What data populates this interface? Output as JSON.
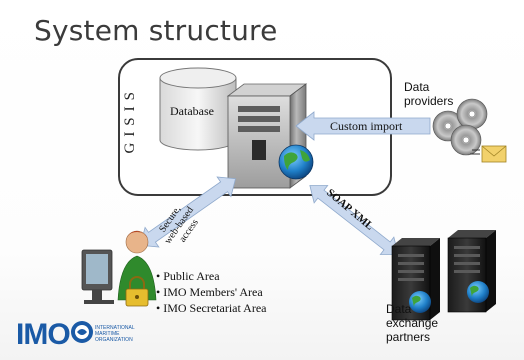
{
  "slide": {
    "title": "System structure",
    "gisis_label": "GISIS",
    "database_label": "Database",
    "data_providers_label": "Data providers",
    "custom_import_label": "Custom import",
    "secure_access_label": "Secure, web-based access",
    "soap_xml_label": "SOAP XML",
    "data_exchange_label": "Data exchange partners",
    "areas": [
      "Public Area",
      "IMO Members' Area",
      "IMO Secretariat Area"
    ],
    "logo": {
      "text": "IMO",
      "sub": "INTERNATIONAL MARITIME ORGANIZATION"
    }
  },
  "colors": {
    "arrow": "#c9d8ee",
    "arrow_stroke": "#8fa9cc",
    "logo_blue": "#1a5aa6",
    "server_grey": "#8a8a8a"
  }
}
